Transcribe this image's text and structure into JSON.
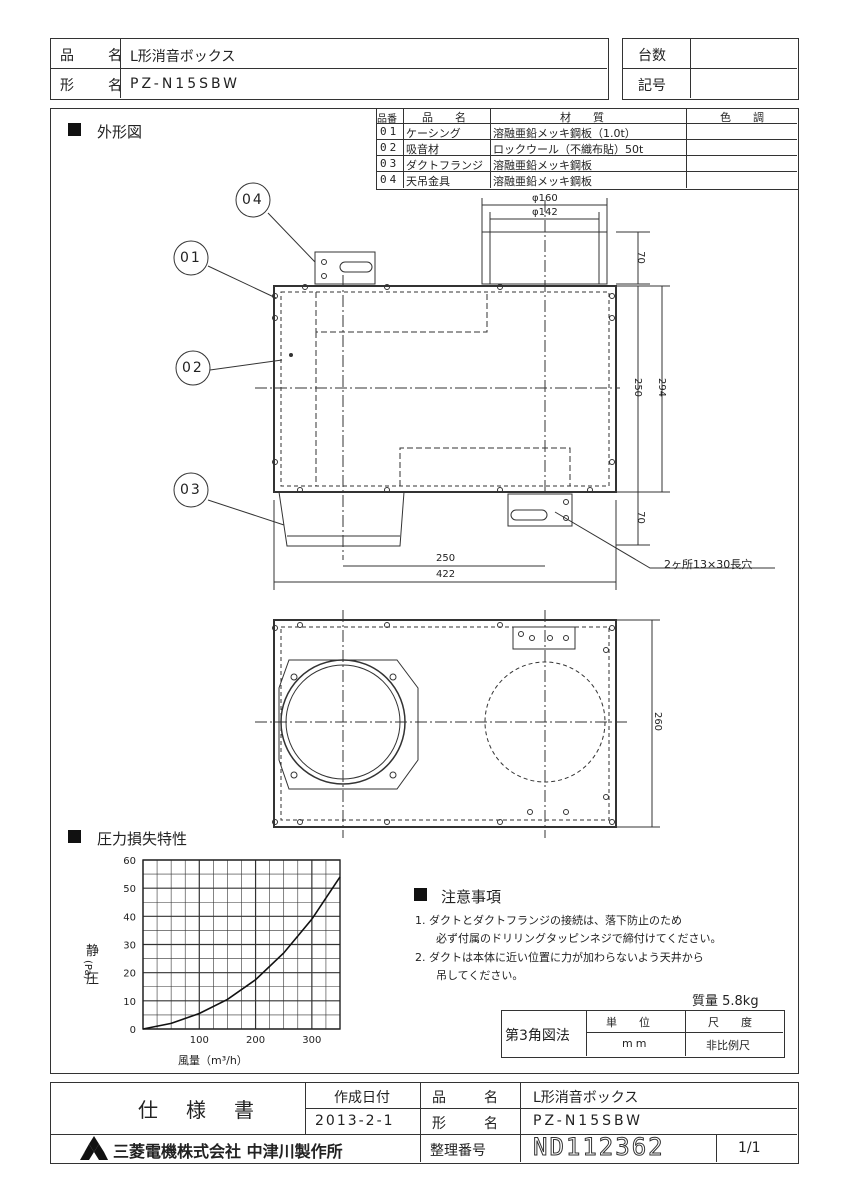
{
  "header": {
    "product_name_label": "品　名",
    "product_name": "L形消音ボックス",
    "model_label": "形　名",
    "model": "PZ-N15SBW",
    "quantity_label": "台数",
    "mark_label": "記号"
  },
  "parts_table": {
    "headers": [
      "品番",
      "品　　名",
      "材　　質",
      "色　　調"
    ],
    "rows": [
      {
        "no": "01",
        "name": "ケーシング",
        "material": "溶融亜鉛メッキ鋼板（1.0t）",
        "color": ""
      },
      {
        "no": "02",
        "name": "吸音材",
        "material": "ロックウール（不織布貼）50t",
        "color": ""
      },
      {
        "no": "03",
        "name": "ダクトフランジ",
        "material": "溶融亜鉛メッキ鋼板",
        "color": ""
      },
      {
        "no": "04",
        "name": "天吊金具",
        "material": "溶融亜鉛メッキ鋼板",
        "color": ""
      }
    ]
  },
  "outline": {
    "section_title": "外形図",
    "callouts": [
      "04",
      "01",
      "02",
      "03"
    ],
    "dims": {
      "phi160": "φ160",
      "phi142": "φ142",
      "d70_top": "70",
      "d250_v": "250",
      "d294": "294",
      "d70_bottom": "70",
      "d250_h": "250",
      "d422": "422",
      "d260": "260",
      "slot_note": "2ヶ所13×30長穴"
    }
  },
  "pressure": {
    "section_title": "圧力損失特性",
    "ylabel_chars": [
      "静",
      "圧"
    ],
    "ylabel_unit": "(Pa)",
    "xlabel": "風量（m³/h）"
  },
  "chart_data": {
    "type": "line",
    "title": "",
    "xlabel": "風量（m³/h）",
    "ylabel": "静圧 (Pa)",
    "xlim": [
      0,
      350
    ],
    "ylim": [
      0,
      60
    ],
    "x_ticks": [
      100,
      200,
      300
    ],
    "y_ticks": [
      0,
      10,
      20,
      30,
      40,
      50,
      60
    ],
    "grid": true,
    "series": [
      {
        "x": [
          0,
          50,
          100,
          150,
          200,
          250,
          300,
          350
        ],
        "y": [
          0,
          2,
          5.5,
          10.5,
          17.5,
          27,
          39,
          54
        ]
      }
    ]
  },
  "notes": {
    "title": "注意事項",
    "items": [
      "1. ダクトとダクトフランジの接続は、落下防止のため",
      "必ず付属のドリリングタッピンネジで締付けてください。",
      "2. ダクトは本体に近い位置に力が加わらないよう天井から",
      "吊してください。"
    ]
  },
  "mass": "質量 5.8kg",
  "projection_table": {
    "projection": "第3角図法",
    "unit_label": "単　　位",
    "scale_label": "尺　　度",
    "unit": "mm",
    "scale": "非比例尺"
  },
  "title_block": {
    "doc_type": "仕　様　書",
    "date_label": "作成日付",
    "date": "2013-2-1",
    "product_name_label": "品　名",
    "product_name": "L形消音ボックス",
    "model_label": "形　名",
    "model": "PZ-N15SBW",
    "company": "三菱電機株式会社 中津川製作所",
    "number_label": "整理番号",
    "number": "ND112362",
    "page": "1/1"
  }
}
